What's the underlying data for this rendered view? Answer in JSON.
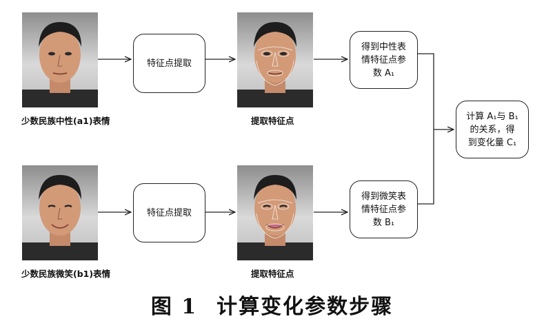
{
  "labels": {
    "neutral_face": "少数民族中性(a1)表情",
    "smile_face": "少数民族微笑(b1)表情",
    "extract_top": "提取特征点",
    "extract_bottom": "提取特征点"
  },
  "boxes": {
    "extract_top": "特征点提取",
    "extract_bottom": "特征点提取",
    "neutral_params_1": "得到中性表",
    "neutral_params_2": "情特征点参",
    "neutral_params_3": "数 A₁",
    "smile_params_1": "得到微笑表",
    "smile_params_2": "情特征点参",
    "smile_params_3": "数 B₁",
    "compute_1": "计算 A₁与 B₁",
    "compute_2": "的关系，得",
    "compute_3": "到变化量 C₁"
  },
  "caption": {
    "figure": "图 1",
    "title": "计算变化参数步骤"
  }
}
